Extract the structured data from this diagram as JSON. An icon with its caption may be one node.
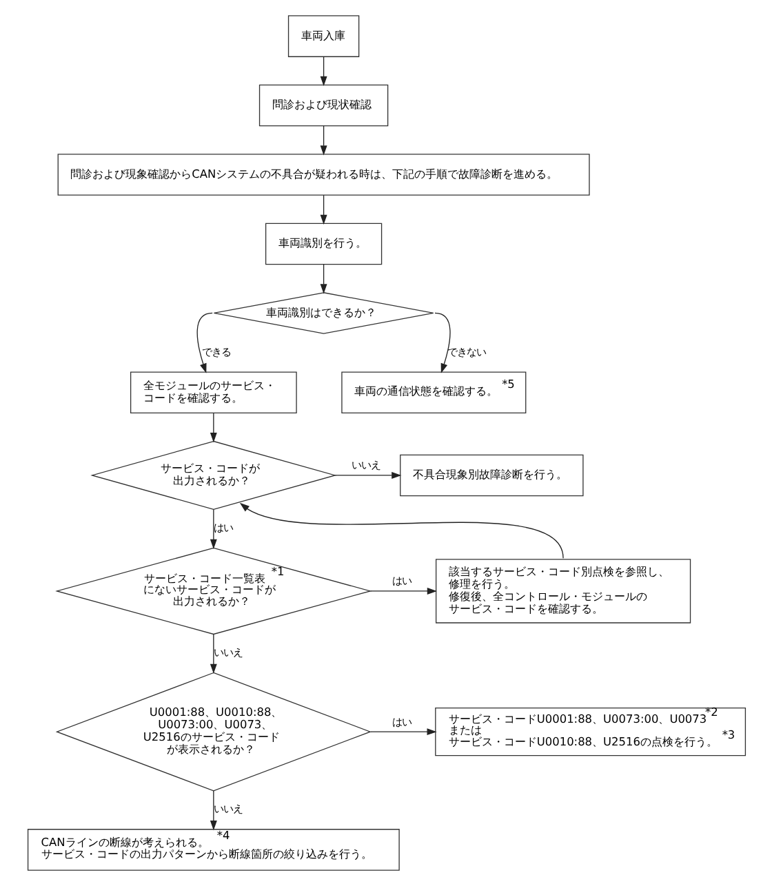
{
  "diagram": {
    "nodes": [
      {
        "text": [
          "車両入庫"
        ]
      },
      {
        "text": [
          "問診および現状確認"
        ]
      },
      {
        "text": [
          "問診および現象確認からCANシステムの不具合が疑われる時は、下記の手順で故障診断を進める。"
        ]
      },
      {
        "text": [
          "車両識別を行う。"
        ]
      },
      {
        "text": [
          "車両識別はできるか？"
        ]
      },
      {
        "text": [
          "全モジュールのサービス・コードを確認する。"
        ]
      },
      {
        "text": [
          "車両の通信状態を確認する。$^{*5}$"
        ]
      },
      {
        "text": [
          "サービス・コードが出力されるか？"
        ]
      },
      {
        "text": [
          "不具合現象別故障診断を行う。"
        ]
      },
      {
        "text": [
          "サービス・コード一覧表$^{*1}$にないサービス・コードが出力されるか？"
        ]
      },
      {
        "text": [
          "該当するサービス・コード別点検を参照し、修理を行う。",
          "修復後、全コントロール・モジュールのサービス・コードを確認する。"
        ]
      },
      {
        "text": [
          "U0001:88、U0010:88、U0073:00、U0073、U2516のサービス・コードが表示されるか？"
        ]
      },
      {
        "text": [
          "サービス・コードU0001:88、U0073:00、U0073$^{*2}$",
          "または",
          "サービス・コードU0010:88、U2516の点検を行う。$^{*3}$"
        ]
      },
      {
        "text": [
          "CANラインの断線が考えられる。$^{*4}$",
          "サービス・コードの出力パターンから断線箇所の絞り込みを行う。"
        ]
      }
    ],
    "edges": [
      {
        "from": 0,
        "to": 1,
        "arrow": "to"
      },
      {
        "from": 1,
        "to": 2,
        "arrow": "to"
      },
      {
        "from": 2,
        "to": 3,
        "arrow": "to"
      },
      {
        "from": 3,
        "to": 4,
        "arrow": "to"
      },
      {
        "from": 4,
        "to": 5,
        "arrow": "to",
        "label": "できる"
      },
      {
        "from": 4,
        "to": 6,
        "arrow": "to",
        "label": "できない"
      },
      {
        "from": 5,
        "to": 7,
        "arrow": "to"
      },
      {
        "from": 7,
        "to": 8,
        "arrow": "to",
        "label": "いいえ"
      },
      {
        "from": 7,
        "to": 9,
        "arrow": "to",
        "label": "はい"
      },
      {
        "from": 9,
        "to": 10,
        "arrow": "to",
        "label": "はい"
      },
      {
        "from": 10,
        "to": 7,
        "arrow": "to"
      },
      {
        "from": 9,
        "to": 11,
        "arrow": "to",
        "label": "いいえ"
      },
      {
        "from": 11,
        "to": 12,
        "arrow": "to",
        "label": "はい"
      },
      {
        "from": 11,
        "to": 13,
        "arrow": "to",
        "label": "いいえ"
      }
    ]
  }
}
